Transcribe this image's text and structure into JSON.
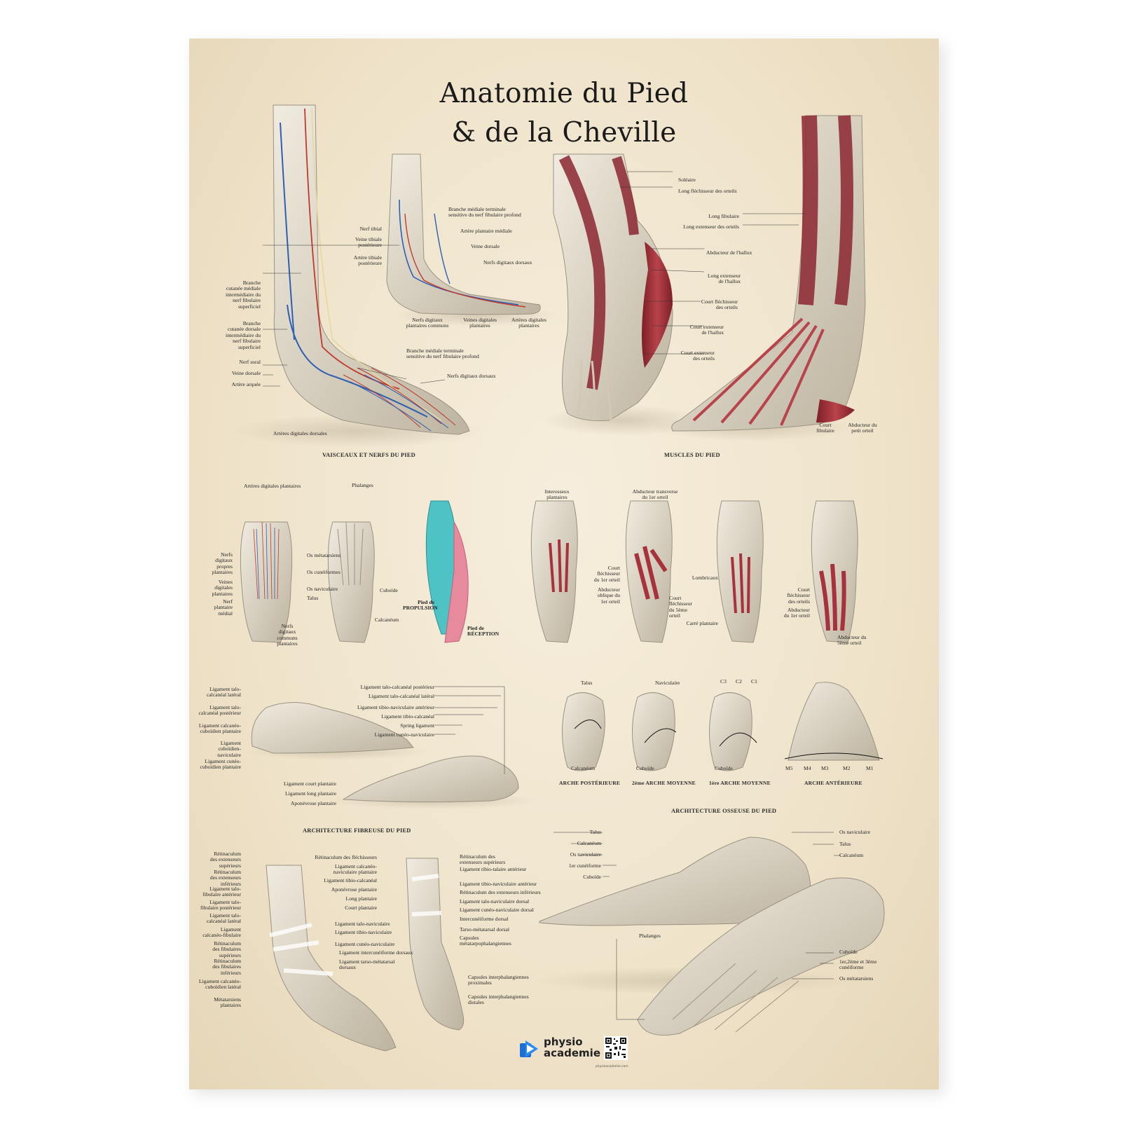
{
  "poster": {
    "title_line1": "Anatomie du Pied",
    "title_line2": "& de la Cheville",
    "colors": {
      "paper": "#f1e6d0",
      "bone": "#ddd6c6",
      "muscle": "#a8323c",
      "artery": "#c0392b",
      "vein": "#2f5fb3",
      "nerve": "#efe3a8",
      "propulsion": "#4ec3c5",
      "reception": "#e88a9d"
    }
  },
  "vessels": {
    "section_title": "VAISCEAUX ET NERFS DU PIED",
    "labels": {
      "branche_mediale_haut": "Branche médiale terminale\nsensitive du nerf fibulaire profond",
      "artere_plantaire_mediale": "Artère plantaire médiale",
      "veine_dorsale_haut": "Veine dorsale",
      "nerfs_digitaux_dorsaux_haut": "Nerfs digitaux dorsaux",
      "nerf_tibial": "Nerf tibial",
      "veine_tibiale": "Veine tibiale\npostérieure",
      "artere_tibiale": "Artère tibiale\npostérieure",
      "branche_cutanee_mediale": "Branche\ncutanée médiale\nintermédiaire du\nnerf fibulaire\nsuperficiel",
      "branche_cutanee_dorsale": "Branche\ncutanée dorsale\nintermédiaire du\nnerf fibulaire\nsuperficiel",
      "nerfs_digitaux_communs": "Nerfs digitaux\nplantaires communs",
      "veines_digitales": "Veines digitales\nplantaires",
      "arteres_digitales_plantaires": "Artères digitales\nplantaires",
      "branche_mediale_bas": "Branche médiale terminale\nsensitive du nerf fibulaire profond",
      "nerf_sural": "Nerf sural",
      "veine_dorsale": "Veine dorsale",
      "artere_arquee": "Artère arquée",
      "nerfs_digitaux_dorsaux": "Nerfs digitaux dorsaux",
      "arteres_digitales_dorsales": "Artères digitales dorsales"
    }
  },
  "muscles": {
    "section_title": "MUSCLES DU PIED",
    "labels": {
      "soleaire": "Soléaire",
      "long_flechisseur_orteils": "Long fléchisseur des orteils",
      "long_fibulaire": "Long fibulaire",
      "long_extenseur_orteils": "Long extenseur des orteils",
      "abducteur_hallux": "Abducteur de l'hallux",
      "long_extenseur_hallux": "Long extenseur\nde l'hallux",
      "court_flechisseur_orteils": "Court fléchisseur\ndes orteils",
      "court_extenseur_hallux": "Court extenseur\nde l'hallux",
      "court_extenseur_orteils": "Court extenseur\ndes orteils",
      "court_fibulaire": "Court\nfibulaire",
      "abducteur_petit_orteil": "Abducteur du\npetit orteil"
    }
  },
  "plantar": {
    "labels": {
      "arteres_digitales_plantaires": "Artères digitales plantaires",
      "nerfs_digitaux_propres": "Nerfs\ndigitaux\npropres\nplantaires",
      "veines_digitales": "Veines\ndigitales\nplantaires",
      "nerf_plantaire_medial": "Nerf\nplantaire\nmédial",
      "nerfs_digitaux_communs": "Nerfs\ndigitaux\ncommuns\nplantaires",
      "phalanges": "Phalanges",
      "os_metatarsiens": "Os métatarsiens",
      "os_cuneiformes": "Os cunéiformes",
      "os_naviculaire": "Os naviculaire",
      "talus": "Talus",
      "cuboide": "Cuboïde",
      "calcaneum": "Calcanéum",
      "pied_propulsion": "Pied de\nPROPULSION",
      "pied_reception": "Pied de\nRÉCEPTION",
      "interosseux": "Interosseux\nplantaires",
      "abducteur_transverse": "Abducteur transverse\ndu 1er orteil",
      "court_flechisseur_1er": "Court\nfléchisseur\ndu 1er orteil",
      "abducteur_oblique": "Abducteur\noblique du\n1er orteil",
      "court_flechisseur_5eme": "Court\nfléchisseur\ndu 5ème\norteil",
      "lombricaux": "Lombricaux",
      "carre_plantaire": "Carré plantaire",
      "court_flechisseur_orteils": "Court\nfléchisseur\ndes orteils",
      "abducteur_1er": "Abducteur\ndu 1er orteil",
      "abducteur_5eme": "Abducteur du\n5ème orteil"
    }
  },
  "fibrous": {
    "section_title": "ARCHITECTURE FIBREUSE DU PIED",
    "labels": {
      "lig_talo_calc_lateral": "Ligament talo-\ncalcanéal latéral",
      "lig_talo_calc_posterieur": "Ligament talo-\ncalcanéal postérieur",
      "lig_calcaneo_cuboidien": "Ligament calcanéo-\ncuboïdien plantaire",
      "lig_cuboidien_naviculaire": "Ligament\ncuboïdien-\nnaviculaire",
      "lig_cuneo_cuboidien": "Ligament cunéo-\ncuboïdien plantaire",
      "r_talo_calc_post": "Ligament talo-calcanéal postérieur",
      "r_talo_calc_lat": "Ligament talo-calcanéal latéral",
      "r_tibio_nav_ant": "Ligament tibio-naviculaire antérieur",
      "r_tibio_calc": "Ligament tibio-calcanéal",
      "r_spring": "Spring ligament",
      "r_cuneo_nav": "Ligament cunéo-naviculaire",
      "court_plantaire": "Ligament court plantaire",
      "long_plantaire": "Ligament long plantaire",
      "aponevrose": "Aponévrose plantaire"
    }
  },
  "osseous": {
    "section_title": "ARCHITECTURE OSSEUSE DU PIED",
    "arch_labels": {
      "talus": "Talus",
      "calcaneum": "Calcanéum",
      "arche_post": "ARCHE POSTÉRIEURE",
      "naviculaire": "Naviculaire",
      "cuboide1": "Cuboïde",
      "arche_2": "2ème ARCHE MOYENNE",
      "c3": "C3",
      "c2": "C2",
      "c1": "C1",
      "cuboide2": "Cuboïde",
      "arche_1": "1ère ARCHE MOYENNE",
      "m5": "M5",
      "m4": "M4",
      "m3": "M3",
      "m2": "M2",
      "m1": "M1",
      "arche_ant": "ARCHE ANTÉRIEURE"
    },
    "big_labels": {
      "talus": "Talus",
      "calcaneum": "Calcanéum",
      "os_naviculaire": "Os naviculaire",
      "cuneiforme1": "1er cunéiforme",
      "cuboide": "Cuboïde",
      "r_os_naviculaire": "Os naviculaire",
      "r_talus": "Talus",
      "r_calcaneum": "Calcanéum",
      "phalanges": "Phalanges",
      "r_cuboide": "Cuboïde",
      "r_cuneiformes": "1er,2ème et 3ème\ncunéiforme",
      "r_metatarsiens": "Os métatarsiens"
    }
  },
  "ankle": {
    "labels": {
      "retinaculum_ext_sup": "Rétinaculum\ndes extenseurs\nsupérieurs",
      "retinaculum_ext_inf": "Rétinaculum\ndes extenseurs\ninférieurs",
      "lig_talo_fib_ant": "Ligament talo-\nfibulaire antérieur",
      "lig_talo_fib_post": "Ligament talo-\nfibulaire postérieur",
      "lig_talo_calc_lat": "Ligament talo-\ncalcanéal latéral",
      "lig_calcaneo_fib": "Ligament\ncalcanéo-fibulaire",
      "retinaculum_fib_sup": "Rétinaculum\ndes fibulaires\nsupérieurs",
      "retinaculum_fib_inf": "Rétinaculum\ndes fibulaires\ninférieurs",
      "lig_calcaneo_cub": "Ligament calcanéo-\ncuboïdien latéral",
      "metatarsiens": "Métatarsiens\nplantaires",
      "retinaculum_flech": "Rétinaculum des fléchisseurs",
      "lig_calc_nav": "Ligament calcanéo-\nnaviculaire plantaire",
      "lig_tibio_calc": "Ligament tibio-calcanéal",
      "aponevrose": "Aponévrose plantaire",
      "long_plantaire": "Long plantaire",
      "court_plantaire": "Court plantaire",
      "lig_talo_nav": "Ligament talo-naviculaire",
      "lig_tibio_nav": "Ligament tibio-naviculaire",
      "lig_cuneo_nav": "Ligament cunéo-naviculaire",
      "lig_intercuneiforme": "Ligament intercunéiforme dorsaux",
      "lig_tarso_meta": "Ligament tarso-métatarsal\ndorsaux",
      "r_retinaculum_ext_sup": "Rétinaculum des\nextenseurs supérieurs",
      "r_tibio_talaire": "Ligament tibio-talaire antérieur",
      "r_tibio_nav": "Ligament tibio-naviculaire antérieur",
      "r_retinaculum_inf": "Rétinaculum des extenseurs inférieurs",
      "r_talo_nav": "Ligament talo-naviculaire dorsal",
      "r_cuneo_nav": "Ligament cunéo-naviculaire dorsal",
      "r_intercuneiforme": "Intercunéiforme dorsal",
      "r_tarso_meta": "Tarso-métatarsal dorsal",
      "r_capsules_meta": "Capsules\nmétatarpophalangiennes",
      "r_capsules_prox": "Capsules interphalangiennes\nproximales",
      "r_capsules_dist": "Capsules interphalangiennes\ndistales"
    }
  },
  "brand": {
    "logo_line1": "physio",
    "logo_line2": "academie",
    "url": "physioacademie.com"
  }
}
